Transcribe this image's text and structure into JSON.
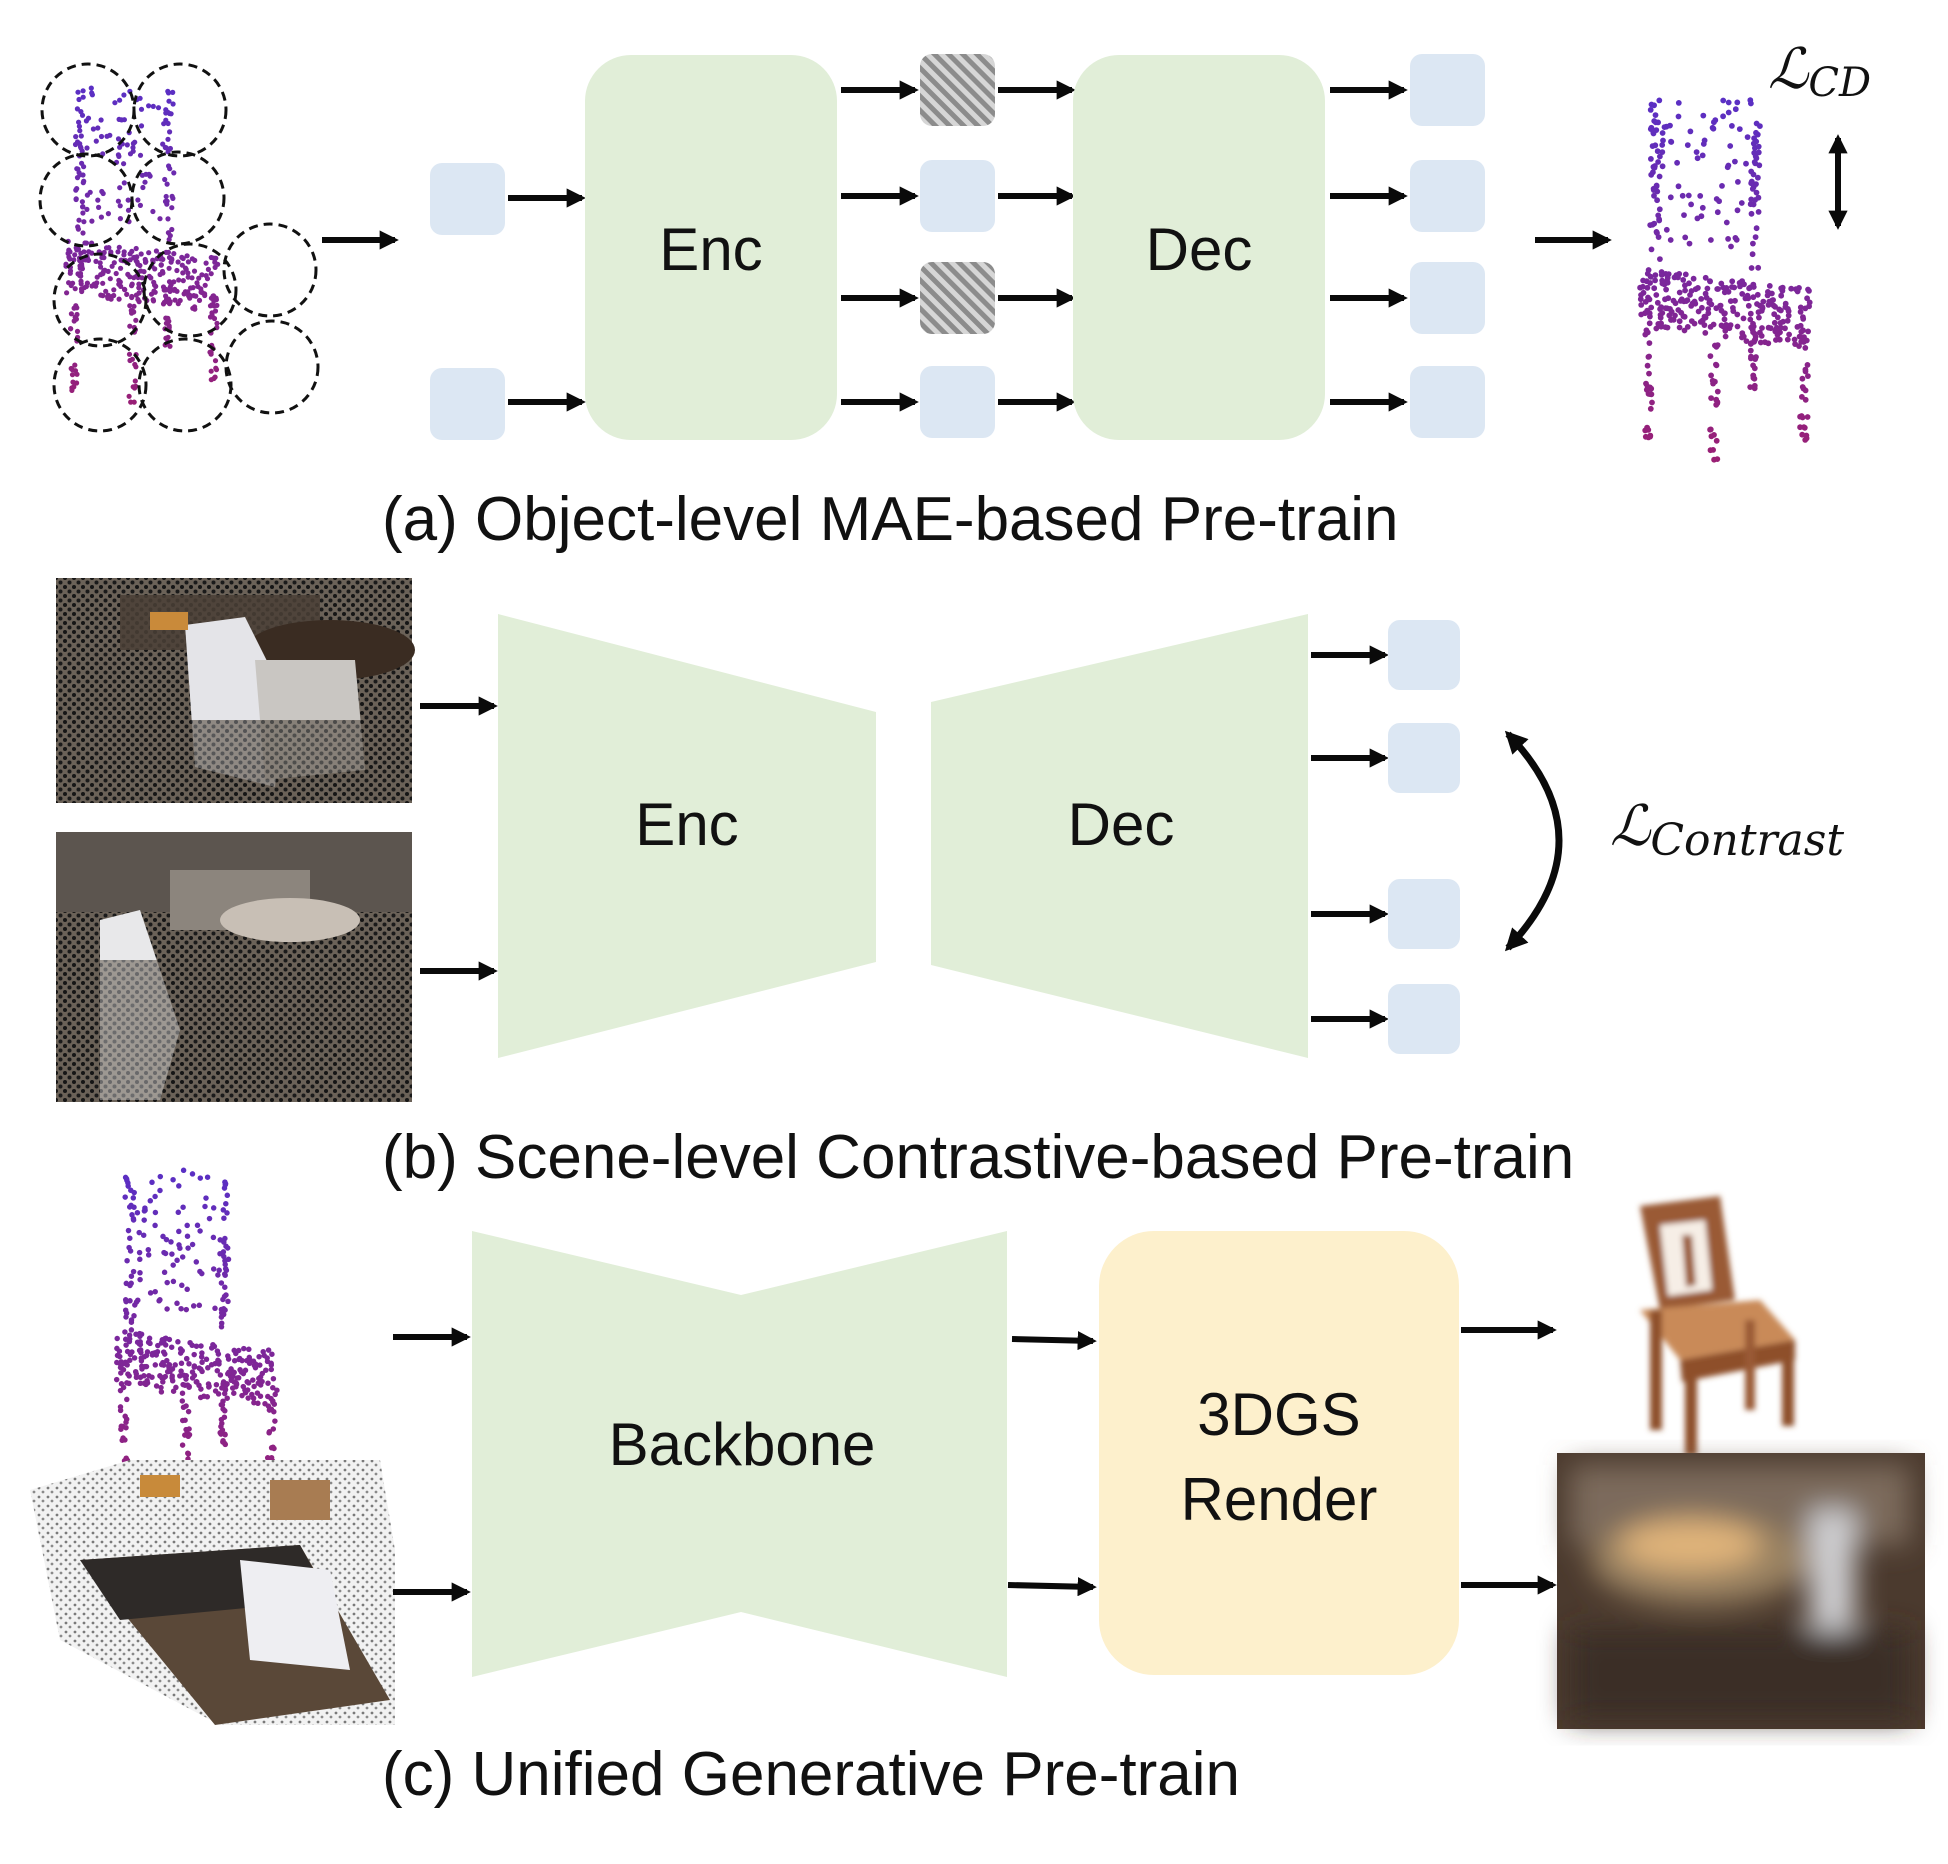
{
  "colors": {
    "module_green": "#e1eed8",
    "token_blue": "#dce7f3",
    "render_yellow": "#fdf0cc",
    "arrow": "#0a0a0a",
    "points_top": "#5a2fc4",
    "points_bottom": "#9a1f74"
  },
  "panel_a": {
    "encoder_label": "Enc",
    "decoder_label": "Dec",
    "loss_symbol": "ℒ",
    "loss_subscript": "CD",
    "caption": "(a) Object-level MAE-based Pre-train"
  },
  "panel_b": {
    "encoder_label": "Enc",
    "decoder_label": "Dec",
    "loss_symbol": "ℒ",
    "loss_subscript": "Contrast",
    "caption": "(b) Scene-level Contrastive-based Pre-train"
  },
  "panel_c": {
    "backbone_label": "Backbone",
    "render_label_line1": "3DGS",
    "render_label_line2": "Render",
    "caption": "(c) Unified Generative Pre-train"
  }
}
